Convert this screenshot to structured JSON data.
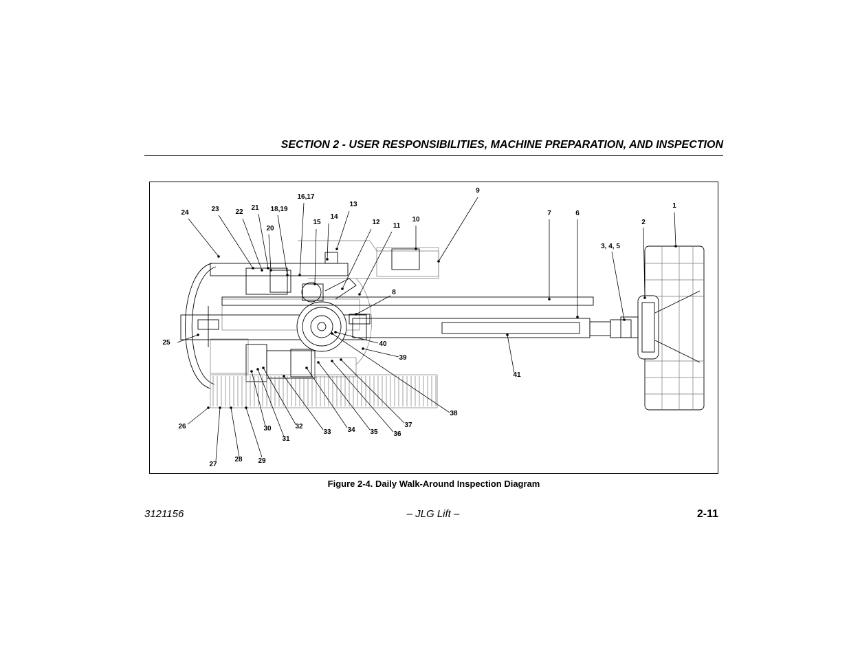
{
  "header": {
    "section_title": "SECTION 2 - USER RESPONSIBILITIES, MACHINE PREPARATION, AND INSPECTION"
  },
  "figure": {
    "caption": "Figure 2-4. Daily Walk-Around Inspection Diagram",
    "callouts": [
      "1",
      "2",
      "3, 4, 5",
      "6",
      "7",
      "8",
      "9",
      "10",
      "11",
      "12",
      "13",
      "14",
      "15",
      "16,17",
      "18,19",
      "20",
      "21",
      "22",
      "23",
      "24",
      "25",
      "26",
      "27",
      "28",
      "29",
      "30",
      "31",
      "32",
      "33",
      "34",
      "35",
      "36",
      "37",
      "38",
      "39",
      "40",
      "41"
    ]
  },
  "footer": {
    "doc_number": "3121156",
    "center_text": "– JLG Lift –",
    "page_number": "2-11"
  }
}
